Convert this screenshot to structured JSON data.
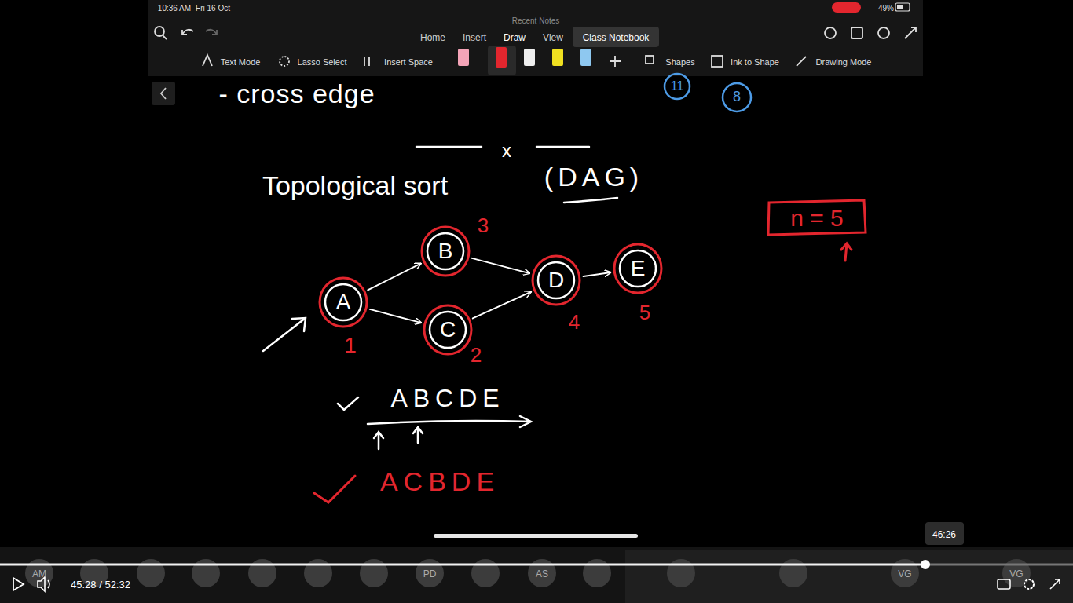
{
  "diagram": {
    "nodes": [
      {
        "text": [
          "A"
        ]
      },
      {
        "text": [
          "B"
        ]
      },
      {
        "text": [
          "C"
        ]
      },
      {
        "text": [
          "D"
        ]
      },
      {
        "text": [
          "E"
        ]
      }
    ],
    "edges": [
      {
        "from": 0,
        "to": 1,
        "arrow": "to"
      },
      {
        "from": 0,
        "to": 2,
        "arrow": "to"
      },
      {
        "from": 1,
        "to": 3,
        "arrow": "to"
      },
      {
        "from": 2,
        "to": 3,
        "arrow": "to"
      },
      {
        "from": 3,
        "to": 4,
        "arrow": "to"
      }
    ],
    "labels": [
      "10:36 AM",
      "Fri 16 Oct",
      "Recent Notes",
      "49%",
      "Home",
      "Insert",
      "Draw",
      "View",
      "Class Notebook",
      "Text Mode",
      "Lasso Select",
      "Insert Space",
      "Shapes",
      "Ink to Shape",
      "Drawing Mode",
      "- cross edge",
      "11",
      "8",
      "x",
      "Topological sort",
      "(DAG)",
      "n = 5",
      "3",
      "1",
      "2",
      "4",
      "5",
      "ABCDE",
      "ACBDE",
      "46:26",
      "45:28 / 52:32",
      "AM",
      "PD",
      "AS",
      "VG",
      "VG"
    ]
  }
}
